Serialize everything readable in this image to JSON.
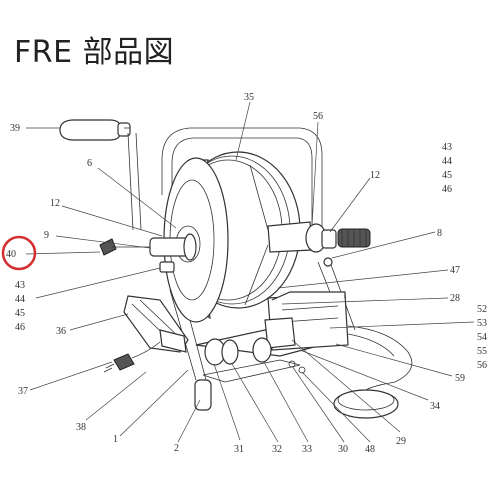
{
  "title": "FRE 部品図",
  "highlight_color": "#d32f2f",
  "callouts": [
    {
      "id": "39",
      "text": "39"
    },
    {
      "id": "6",
      "text": "6"
    },
    {
      "id": "35",
      "text": "35"
    },
    {
      "id": "56a",
      "text": "56"
    },
    {
      "id": "12a",
      "text": "12"
    },
    {
      "id": "12b",
      "text": "12"
    },
    {
      "id": "9",
      "text": "9"
    },
    {
      "id": "40",
      "text": "40"
    },
    {
      "id": "43a",
      "text": "43"
    },
    {
      "id": "44a",
      "text": "44"
    },
    {
      "id": "45a",
      "text": "45"
    },
    {
      "id": "46a",
      "text": "46"
    },
    {
      "id": "43b",
      "text": "43"
    },
    {
      "id": "44b",
      "text": "44"
    },
    {
      "id": "45b",
      "text": "45"
    },
    {
      "id": "46b",
      "text": "46"
    },
    {
      "id": "8",
      "text": "8"
    },
    {
      "id": "47",
      "text": "47"
    },
    {
      "id": "28",
      "text": "28"
    },
    {
      "id": "52",
      "text": "52"
    },
    {
      "id": "53",
      "text": "53"
    },
    {
      "id": "54",
      "text": "54"
    },
    {
      "id": "55",
      "text": "55"
    },
    {
      "id": "56b",
      "text": "56"
    },
    {
      "id": "59",
      "text": "59"
    },
    {
      "id": "34",
      "text": "34"
    },
    {
      "id": "36",
      "text": "36"
    },
    {
      "id": "37",
      "text": "37"
    },
    {
      "id": "38",
      "text": "38"
    },
    {
      "id": "1",
      "text": "1"
    },
    {
      "id": "2",
      "text": "2"
    },
    {
      "id": "31",
      "text": "31"
    },
    {
      "id": "32",
      "text": "32"
    },
    {
      "id": "33",
      "text": "33"
    },
    {
      "id": "30",
      "text": "30"
    },
    {
      "id": "48",
      "text": "48"
    },
    {
      "id": "29",
      "text": "29"
    }
  ]
}
